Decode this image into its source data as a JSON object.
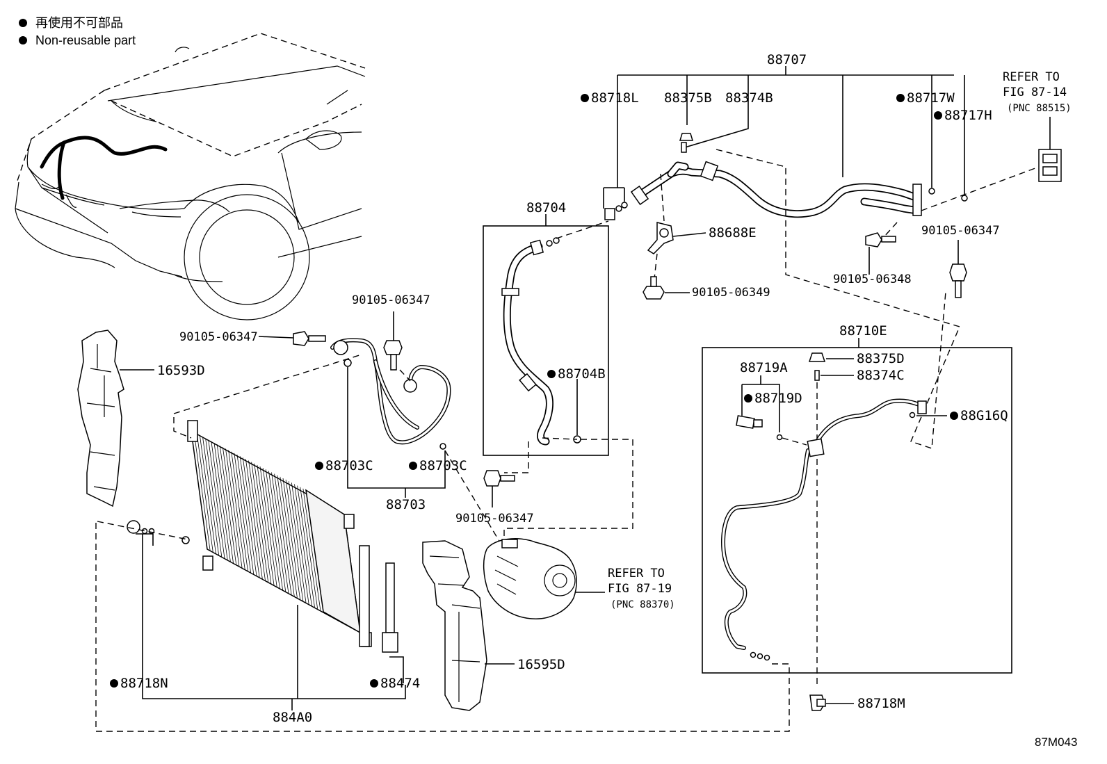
{
  "legend": {
    "line_jp": "再使用不可部品",
    "line_en": "Non-reusable part"
  },
  "labels": {
    "p88707": "88707",
    "p88718L": "88718L",
    "p88375B": "88375B",
    "p88374B": "88374B",
    "p88717W": "88717W",
    "p88717H": "88717H",
    "refer1_a": "REFER TO",
    "refer1_b": "FIG 87-14",
    "refer1_c": "(PNC 88515)",
    "p88704": "88704",
    "p88688E": "88688E",
    "b06349": "90105-06349",
    "b06347_tr": "90105-06347",
    "b06348": "90105-06348",
    "p88704B": "88704B",
    "b06347_top": "90105-06347",
    "b06347_left": "90105-06347",
    "p16593D": "16593D",
    "p88703C_l": "88703C",
    "p88703C_r": "88703C",
    "p88703": "88703",
    "b06347_mid": "90105-06347",
    "p88710E": "88710E",
    "p88719A": "88719A",
    "p88375D": "88375D",
    "p88374C": "88374C",
    "p88719D": "88719D",
    "p88G16Q": "88G16Q",
    "refer2_a": "REFER TO",
    "refer2_b": "FIG 87-19",
    "refer2_c": "(PNC 88370)",
    "p16595D": "16595D",
    "p88718N": "88718N",
    "p88474": "88474",
    "p884A0": "884A0",
    "p88718M": "88718M",
    "fig_id": "87M043"
  },
  "non_reusable_marked": [
    "88718L",
    "88717W",
    "88717H",
    "88704B",
    "88703C",
    "88719D",
    "88G16Q",
    "88718N",
    "88474"
  ]
}
